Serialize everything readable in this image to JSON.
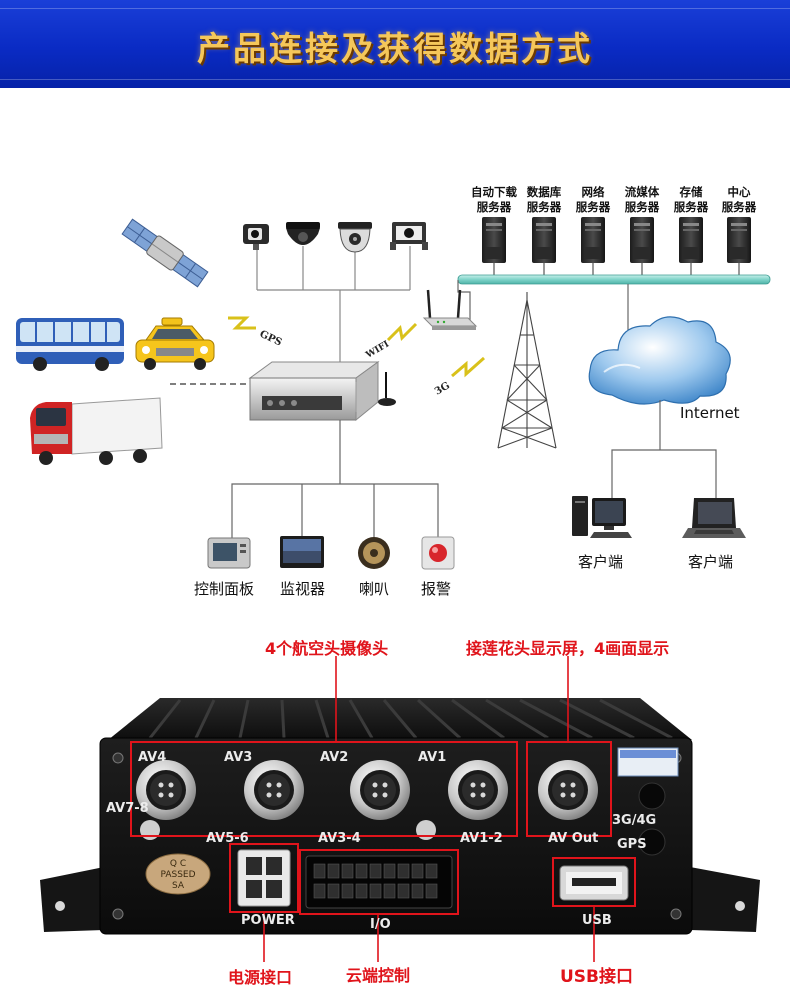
{
  "banner": {
    "title": "产品连接及获得数据方式"
  },
  "servers": [
    {
      "line1": "自动下载",
      "line2": "服务器"
    },
    {
      "line1": "数据库",
      "line2": "服务器"
    },
    {
      "line1": "网络",
      "line2": "服务器"
    },
    {
      "line1": "流媒体",
      "line2": "服务器"
    },
    {
      "line1": "存储",
      "line2": "服务器"
    },
    {
      "line1": "中心",
      "line2": "服务器"
    }
  ],
  "network": {
    "internet_label": "Internet",
    "gps_label": "GPS",
    "wifi_label": "WIFI",
    "cell_label": "3G",
    "clients": [
      "客户端",
      "客户端"
    ]
  },
  "peripherals": [
    "控制面板",
    "监视器",
    "喇叭",
    "报警"
  ],
  "callouts": {
    "cameras": "4个航空头摄像头",
    "display": "接莲花头显示屏，4画面显示",
    "power": "电源接口",
    "io": "云端控制",
    "usb": "USB接口"
  },
  "device": {
    "ports_top": [
      "AV4",
      "AV3",
      "AV2",
      "AV1"
    ],
    "ports_bottom": [
      "AV5-6",
      "AV3-4",
      "AV1-2"
    ],
    "av78": "AV7-8",
    "av_out": "AV Out",
    "net": [
      "3G/4G",
      "GPS"
    ],
    "power": "POWER",
    "io": "I/O",
    "usb": "USB",
    "qc": [
      "Q C",
      "PASSED",
      "SA"
    ]
  },
  "colors": {
    "banner": "#0a2bc4",
    "title": "#f5c75a",
    "callout": "#e0141b",
    "line": "#666666",
    "bus": "#7fd3c9"
  }
}
